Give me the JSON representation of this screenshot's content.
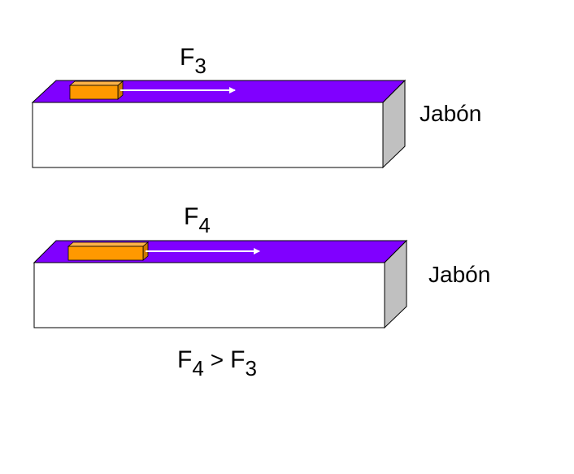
{
  "colors": {
    "surface_top": "#8000ff",
    "block_fill": "#ff9900",
    "side_face": "#c0c0c0",
    "front_face": "#ffffff",
    "arrow": "#ffffff"
  },
  "panels": [
    {
      "force_letter": "F",
      "force_subscript": "3",
      "surface_label": "Jabón"
    },
    {
      "force_letter": "F",
      "force_subscript": "4",
      "surface_label": "Jabón"
    }
  ],
  "comparison": {
    "left_letter": "F",
    "left_subscript": "4",
    "operator": ">",
    "right_letter": "F",
    "right_subscript": "3"
  }
}
